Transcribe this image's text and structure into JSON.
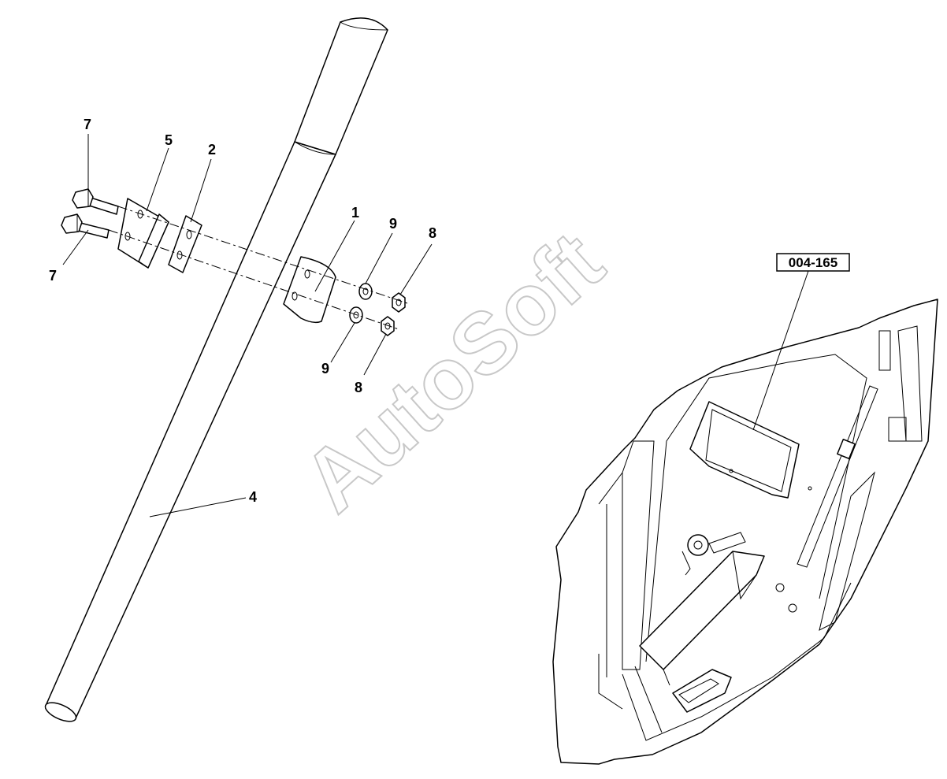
{
  "watermark": "AutoSoft",
  "reference_label": "004-165",
  "callouts": {
    "c1": "1",
    "c2": "2",
    "c4": "4",
    "c5": "5",
    "c7_top": "7",
    "c7_bottom": "7",
    "c8_top": "8",
    "c8_bottom": "8",
    "c9_top": "9",
    "c9_bottom": "9"
  }
}
